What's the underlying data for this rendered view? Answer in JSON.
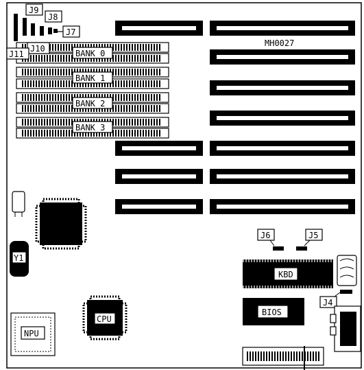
{
  "diagram": {
    "ref_code": "MH0027",
    "banks": [
      "BANK 0",
      "BANK 1",
      "BANK 2",
      "BANK 3"
    ],
    "jumpers": {
      "j4": "J4",
      "j5": "J5",
      "j6": "J6",
      "j7": "J7",
      "j8": "J8",
      "j9": "J9",
      "j10": "J10",
      "j11": "J11"
    },
    "chips": {
      "kbd": "KBD",
      "bios": "BIOS",
      "cpu": "CPU",
      "npu": "NPU",
      "y1": "Y1"
    }
  }
}
